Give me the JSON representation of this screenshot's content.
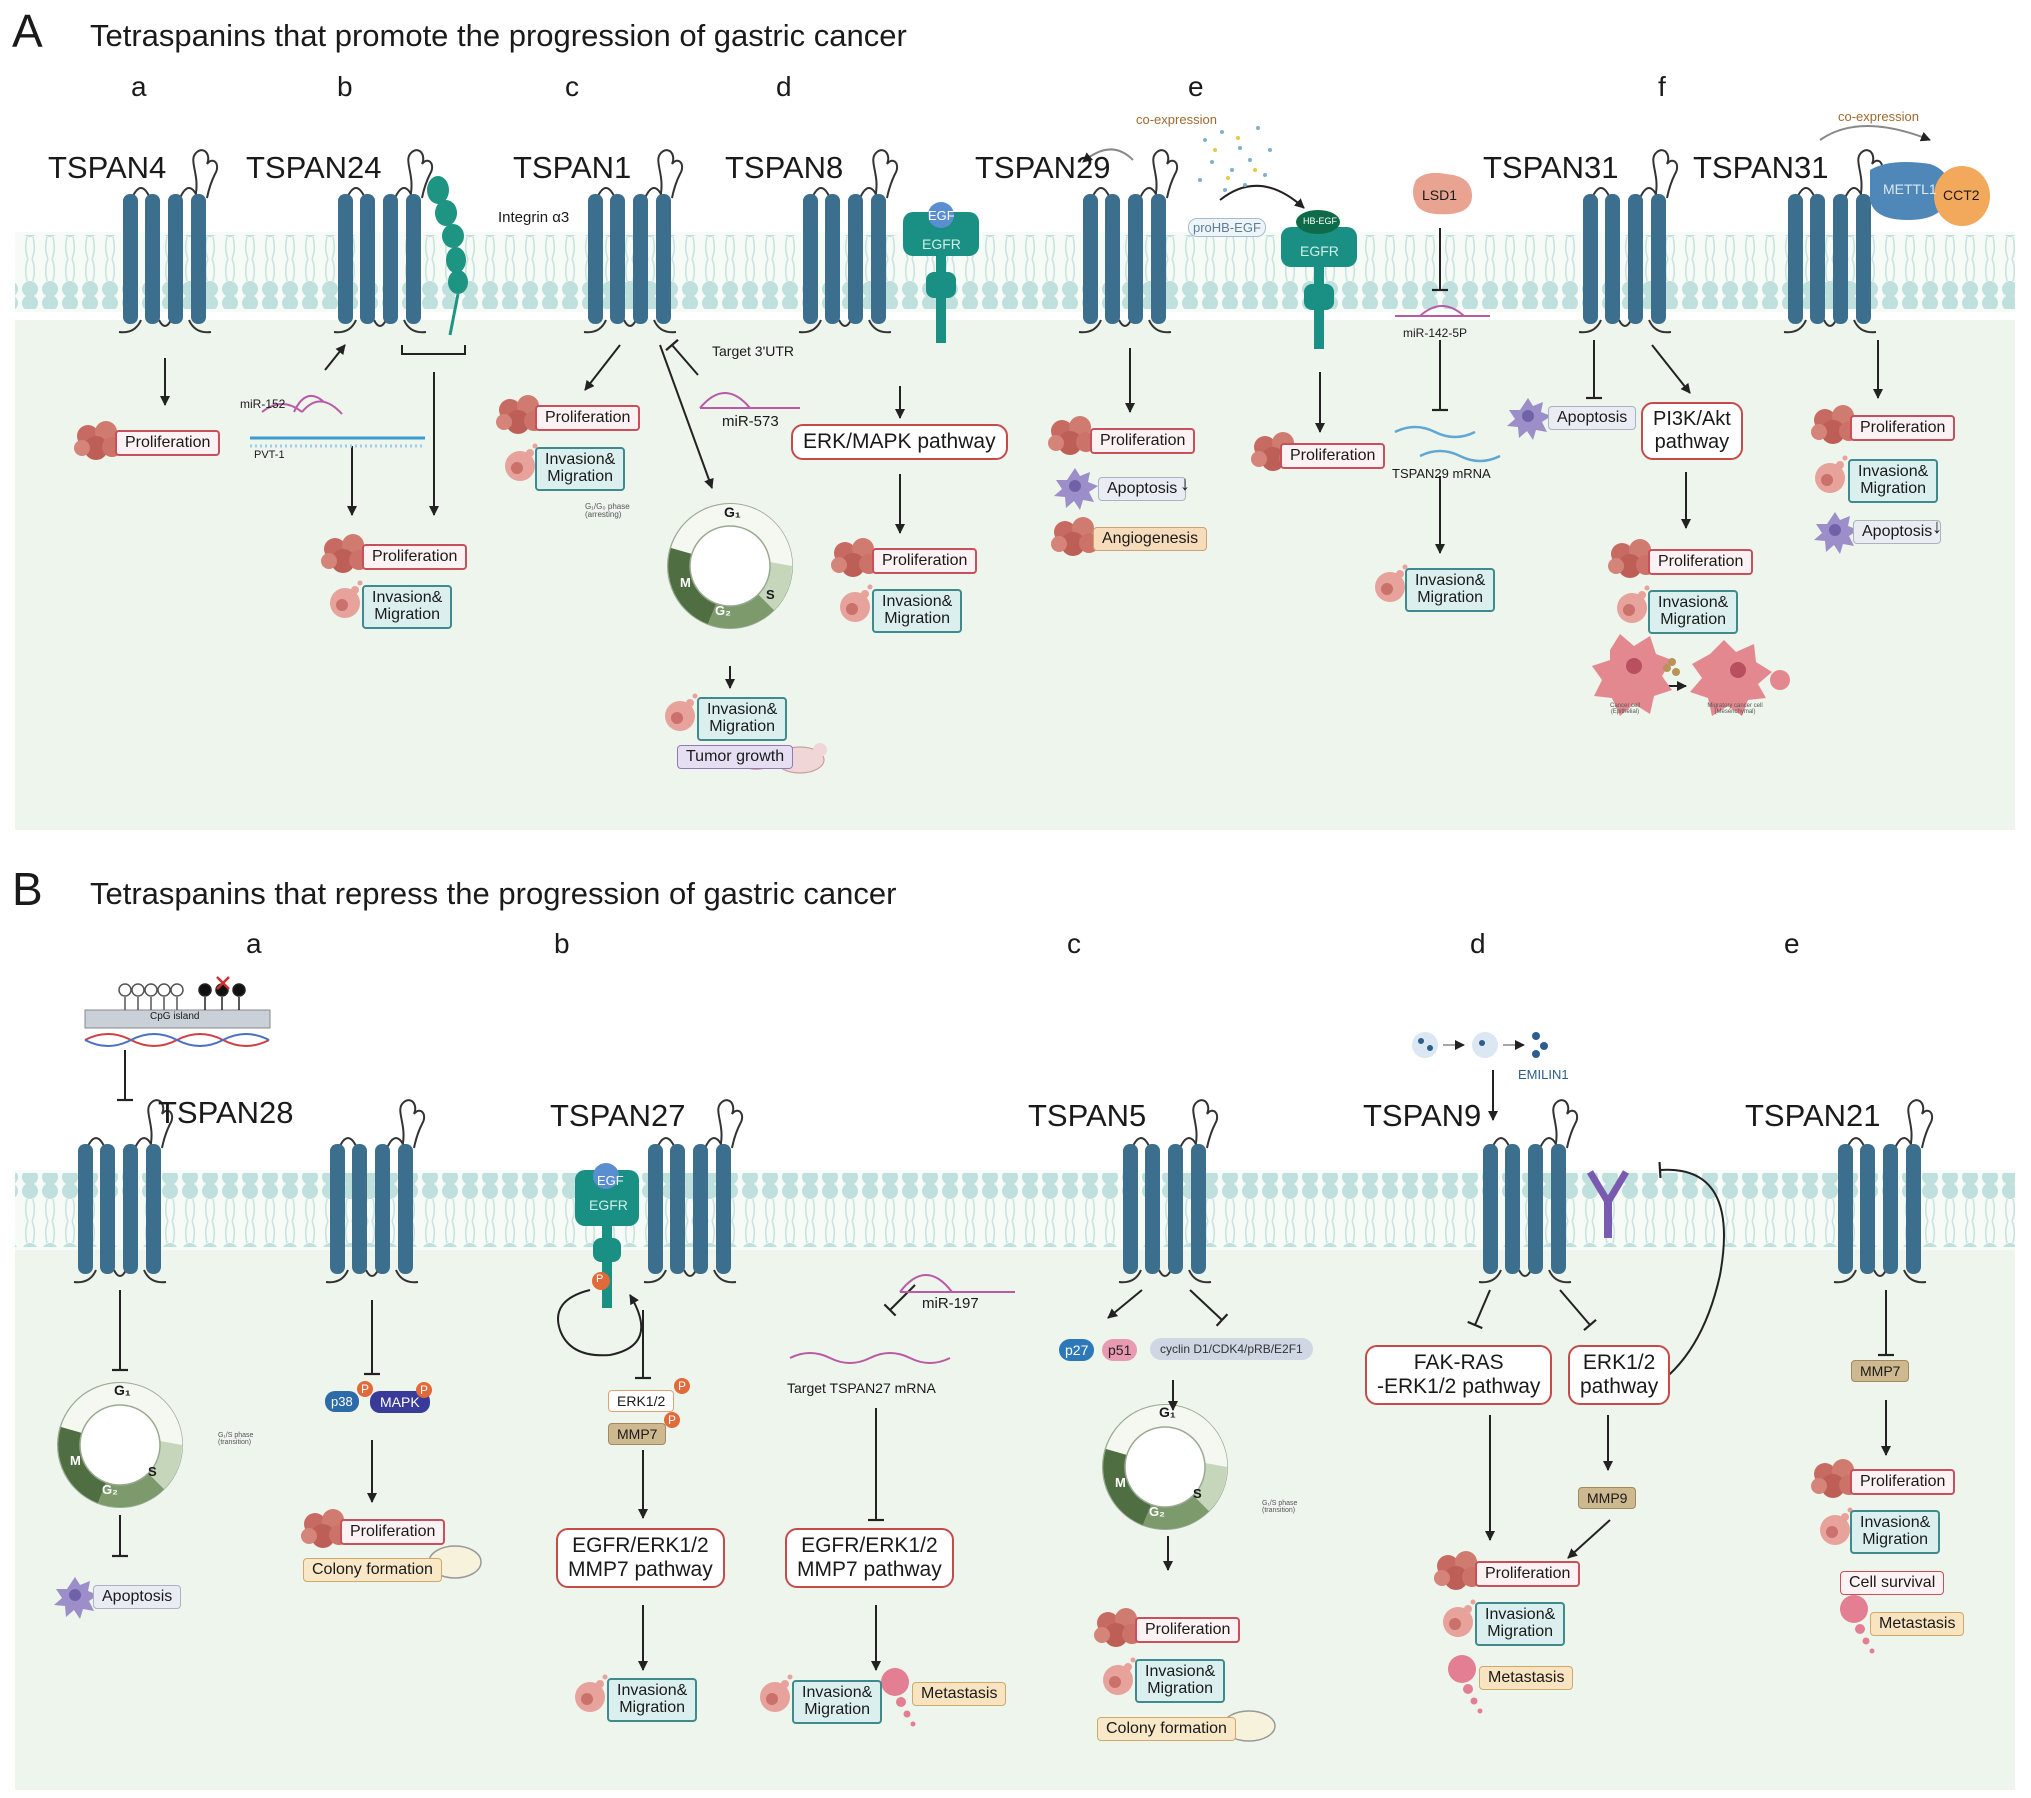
{
  "panelA": {
    "letter": "A",
    "title": "Tetraspanins that promote the progression of gastric cancer",
    "sub": {
      "a": "a",
      "b": "b",
      "c": "c",
      "d": "d",
      "e": "e",
      "f": "f"
    },
    "tsp": {
      "tspan4": "TSPAN4",
      "tspan24": "TSPAN24",
      "tspan1": "TSPAN1",
      "tspan8": "TSPAN8",
      "tspan29": "TSPAN29",
      "tspan31a": "TSPAN31",
      "tspan31b": "TSPAN31"
    },
    "integrin": "Integrin α3",
    "mir152": "miR-152",
    "pvt1": "PVT-1",
    "target_utr": "Target 3'UTR",
    "mir573": "miR-573",
    "g1g0": "G₁/G₀ phase (arresting)",
    "cycle": {
      "g1": "G₁",
      "s": "S",
      "g2": "G₂",
      "m": "M"
    },
    "egf": "EGF",
    "egfr": "EGFR",
    "erk_mapk": "ERK/MAPK pathway",
    "coexp": "co-expression",
    "prohbegf": "proHB-EGF",
    "hbegf": "HB-EGF",
    "lsd1": "LSD1",
    "mir142": "miR-142-5P",
    "tspan29mrna": "TSPAN29 mRNA",
    "pi3k": "PI3K/Akt pathway",
    "pi3k_l1": "PI3K/Akt",
    "pi3k_l2": "pathway",
    "mettl1": "METTL1",
    "cct2": "CCT2",
    "emt_left": "Cancer cell (Epithelial)",
    "emt_right": "Migratory cancer cell (Mesenchymal)",
    "proliferation": "Proliferation",
    "invasion_l1": "Invasion&",
    "invasion_l2": "Migration",
    "apoptosis": "Apoptosis",
    "angiogenesis": "Angiogenesis",
    "tumor_growth": "Tumor growth"
  },
  "panelB": {
    "letter": "B",
    "title": "Tetraspanins that repress the progression of gastric cancer",
    "sub": {
      "a": "a",
      "b": "b",
      "c": "c",
      "d": "d",
      "e": "e"
    },
    "tsp": {
      "tspan28": "TSPAN28",
      "tspan27": "TSPAN27",
      "tspan5": "TSPAN5",
      "tspan9": "TSPAN9",
      "tspan21": "TSPAN21"
    },
    "cpg": "CpG island",
    "g1s": "G₁/S phase (transition)",
    "p38": "p38",
    "mapk": "MAPK",
    "p": "P",
    "erk12": "ERK1/2",
    "mmp7": "MMP7",
    "egfr_path_l1": "EGFR/ERK1/2",
    "egfr_path_l2": "MMP7 pathway",
    "mir197": "miR-197",
    "target27": "Target TSPAN27 mRNA",
    "p27": "p27",
    "p51": "p51",
    "cyclin": "cyclin D1/CDK4/pRB/E2F1",
    "emilin": "EMILIN1",
    "fak_l1": "FAK-RAS",
    "fak_l2": "-ERK1/2 pathway",
    "erkpath_l1": "ERK1/2",
    "erkpath_l2": "pathway",
    "mmp9": "MMP9",
    "proliferation": "Proliferation",
    "invasion_l1": "Invasion&",
    "invasion_l2": "Migration",
    "apoptosis": "Apoptosis",
    "colony": "Colony formation",
    "metastasis": "Metastasis",
    "cell_survival": "Cell survival"
  },
  "colors": {
    "tetraspanin": "#3c6f8e",
    "membrane": "#bfe0dc",
    "cytoplasm": "#eef5ec",
    "egfr": "#1a8f83",
    "pathway_border": "#c54a4a"
  }
}
